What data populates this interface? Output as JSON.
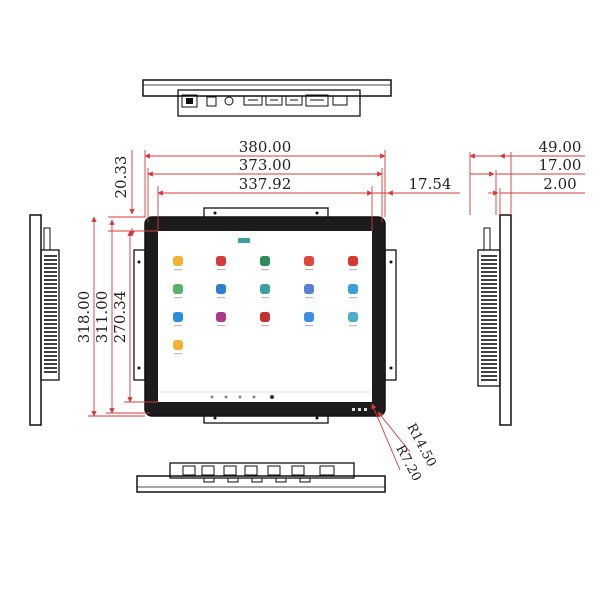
{
  "dimensions": {
    "overall_width": "380.00",
    "width_373": "373.00",
    "active_width": "337.92",
    "bezel_top": "20.33",
    "side_margin": "17.54",
    "depth_overall": "49.00",
    "depth_17": "17.00",
    "depth_2": "2.00",
    "overall_height": "318.00",
    "height_311": "311.00",
    "active_height": "270.34",
    "radius_outer": "R14.50",
    "radius_inner": "R7.20"
  },
  "screen": {
    "header_icon": "home-icon",
    "apps": [
      {
        "icon": "mail-icon",
        "color": "#f2b233"
      },
      {
        "icon": "music-icon",
        "color": "#d23b3b"
      },
      {
        "icon": "gallery-icon",
        "color": "#2e8b57"
      },
      {
        "icon": "location-icon",
        "color": "#e0473b"
      },
      {
        "icon": "video-icon",
        "color": "#d9382f"
      },
      {
        "icon": "calculator-icon",
        "color": "#58b368"
      },
      {
        "icon": "browser-icon",
        "color": "#2f7fd1"
      },
      {
        "icon": "settings-icon",
        "color": "#3aa0a0"
      },
      {
        "icon": "globe-icon",
        "color": "#5b7ed6"
      },
      {
        "icon": "file-icon",
        "color": "#37a0d8"
      },
      {
        "icon": "contacts-icon",
        "color": "#2b8de0"
      },
      {
        "icon": "clock-icon",
        "color": "#b03a8a"
      },
      {
        "icon": "store-icon",
        "color": "#c23030"
      },
      {
        "icon": "mic-icon",
        "color": "#3b8fe0"
      },
      {
        "icon": "camera-icon",
        "color": "#4ab0c8"
      },
      {
        "icon": "folder-icon",
        "color": "#f2b233"
      }
    ]
  },
  "colors": {
    "dimension_line": "#d9383a",
    "outline": "#111111",
    "bezel": "#1c1c1c",
    "screen_bg": "#ffffff"
  }
}
